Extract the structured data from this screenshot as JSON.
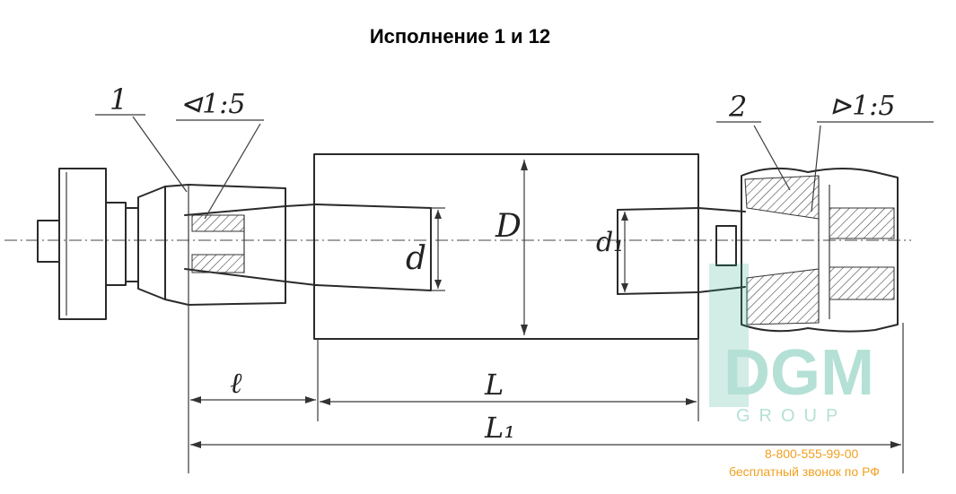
{
  "title": "Исполнение 1 и 12",
  "labels": {
    "part1": "1",
    "part2": "2",
    "taper_left": "⊲1:5",
    "taper_right": "⊳1:5",
    "d": "d",
    "D": "D",
    "d1": "d₁",
    "l": "ℓ",
    "L": "L",
    "L1": "L₁"
  },
  "watermark": {
    "logo": "DGM",
    "sub": "GROUP",
    "color": "#2aa889"
  },
  "contact": {
    "phone": "8-800-555-99-00",
    "note": "бесплатный звонок по РФ",
    "color": "#f0a020"
  }
}
